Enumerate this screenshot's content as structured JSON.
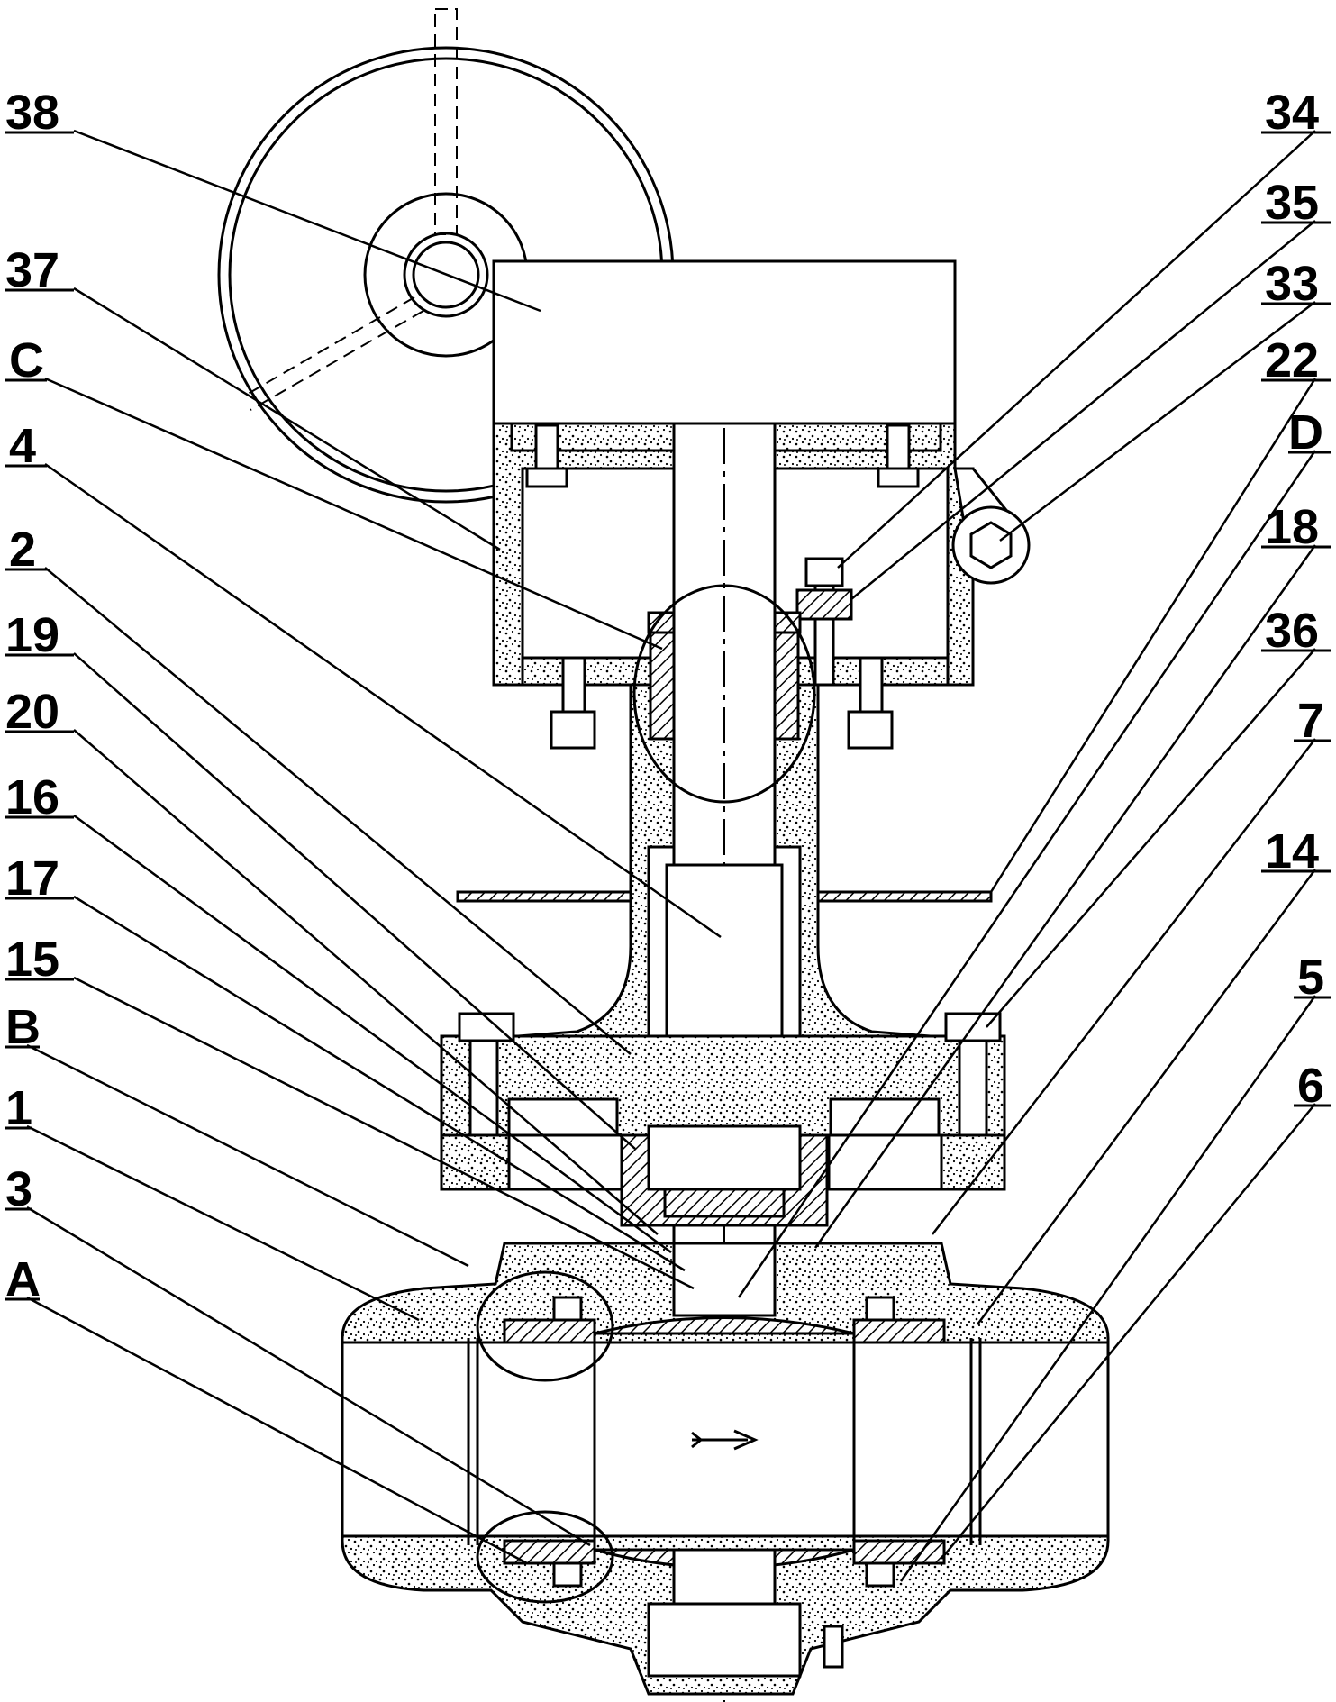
{
  "labels_left": [
    "38",
    "37",
    "C",
    "4",
    "2",
    "19",
    "20",
    "16",
    "17",
    "15",
    "B",
    "1",
    "3",
    "A"
  ],
  "labels_right": [
    "34",
    "35",
    "33",
    "22",
    "D",
    "18",
    "36",
    "7",
    "14",
    "5",
    "6"
  ],
  "colors": {
    "ink": "#000000",
    "paper": "#ffffff"
  }
}
